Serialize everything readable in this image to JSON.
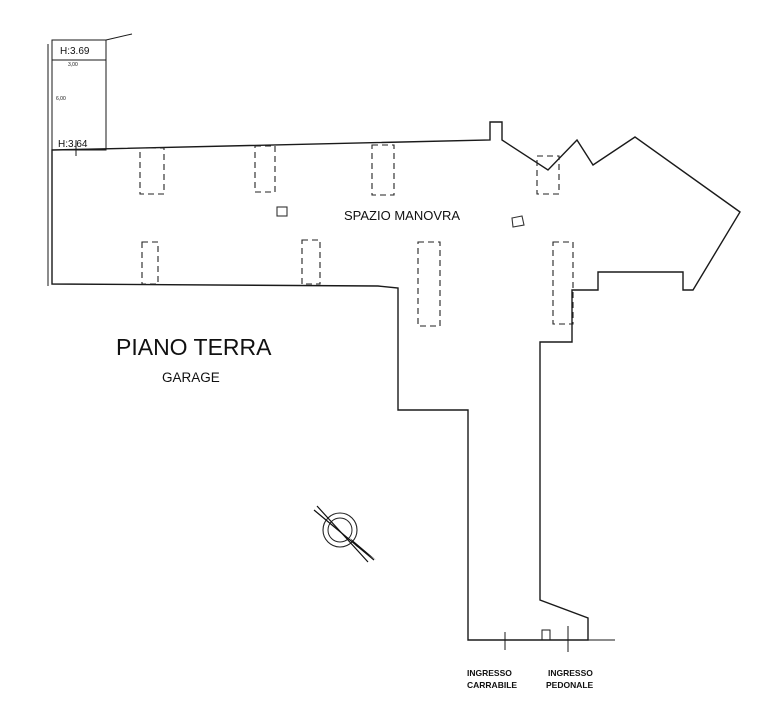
{
  "plan": {
    "title": "PIANO TERRA",
    "subtitle": "GARAGE",
    "room_label": "SPAZIO MANOVRA",
    "heights": {
      "upper": "H:3.69",
      "lower": "H:3.64"
    },
    "small_dims": {
      "width": "3,00",
      "length": "6,00"
    },
    "entrances": {
      "vehicle": {
        "line1": "INGRESSO",
        "line2": "CARRABILE"
      },
      "pedestrian": {
        "line1": "INGRESSO",
        "line2": "PEDONALE"
      }
    },
    "north_arrow_icon": "compass-north-arrow-icon"
  }
}
